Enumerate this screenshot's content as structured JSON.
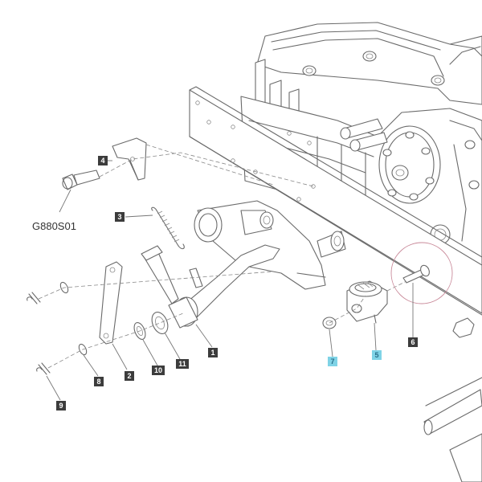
{
  "page": {
    "catalog_code": "G880S01"
  },
  "colors": {
    "callout_dark": "#3c3c3c",
    "callout_highlight": "#7fd3e6",
    "callout_text_dark": "#ffffff",
    "callout_text_highlight": "#2a6f8a",
    "selection_circle": "#c98a9a"
  },
  "callouts": [
    {
      "id": "1",
      "label": "1",
      "highlighted": false
    },
    {
      "id": "2",
      "label": "2",
      "highlighted": false
    },
    {
      "id": "3",
      "label": "3",
      "highlighted": false
    },
    {
      "id": "4",
      "label": "4",
      "highlighted": false
    },
    {
      "id": "5",
      "label": "5",
      "highlighted": true
    },
    {
      "id": "6",
      "label": "6",
      "highlighted": false
    },
    {
      "id": "7",
      "label": "7",
      "highlighted": true
    },
    {
      "id": "8",
      "label": "8",
      "highlighted": false
    },
    {
      "id": "9",
      "label": "9",
      "highlighted": false
    },
    {
      "id": "10",
      "label": "10",
      "highlighted": false
    },
    {
      "id": "11",
      "label": "11",
      "highlighted": false
    }
  ]
}
